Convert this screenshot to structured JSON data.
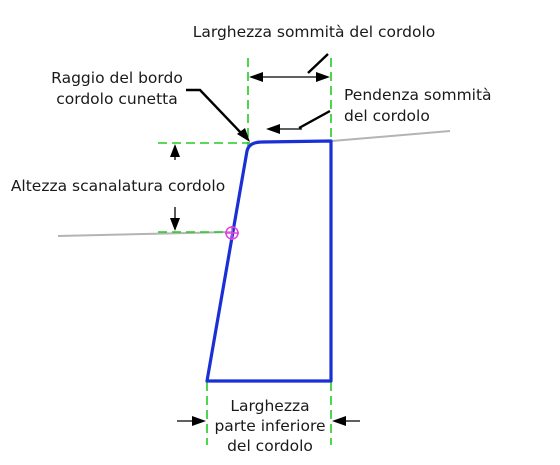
{
  "labels": {
    "top_width": "Larghezza sommità del cordolo",
    "lip_radius_line1": "Raggio del bordo",
    "lip_radius_line2": "cordolo cunetta",
    "top_slope_line1": "Pendenza sommità",
    "top_slope_line2": "del cordolo",
    "groove_height": "Altezza scanalatura cordolo",
    "bottom_width_line1": "Larghezza",
    "bottom_width_line2": "parte inferiore",
    "bottom_width_line3": "del cordolo"
  },
  "colors": {
    "curb_outline": "#1a2fd6",
    "guide_lines": "#22cc22",
    "ground_line": "#b4b4b4",
    "attachment_marker": "#e040e0",
    "dimension_arrows": "#000000"
  },
  "icons": {
    "attachment_point": "attachment-marker-icon"
  }
}
